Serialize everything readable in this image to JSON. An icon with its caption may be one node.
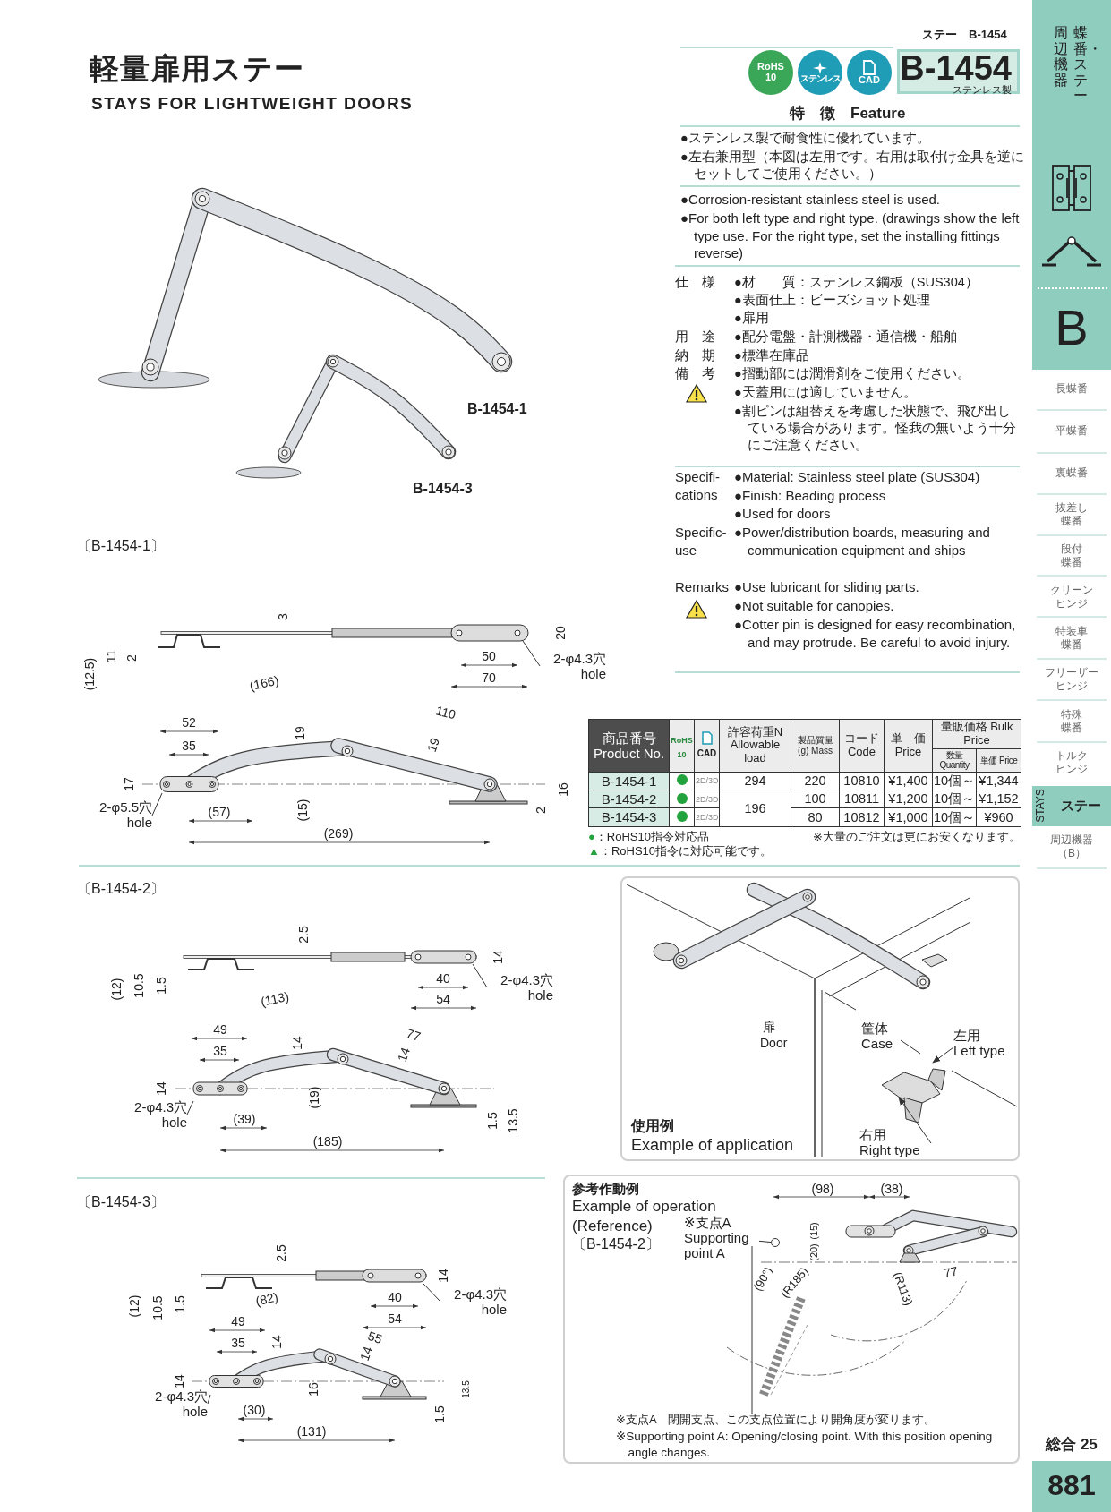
{
  "diagram": {
    "title": "軽量扉用ステー",
    "nodes": [
      {
        "text": [
          "RoHS 10"
        ]
      },
      {
        "text": [
          "ステンレス"
        ]
      },
      {
        "text": [
          "CAD"
        ]
      },
      {
        "text": [
          "B-1454",
          "ステンレス製"
        ]
      },
      {
        "text": [
          "周辺機器",
          "蝶番・ステー",
          "B"
        ]
      },
      {
        "text": [
          "2-φ4.3穴",
          "hole"
        ]
      },
      {
        "text": [
          "2-φ5.5穴",
          "hole"
        ]
      },
      {
        "text": [
          "2-φ4.3穴",
          "hole"
        ]
      },
      {
        "text": [
          "2-φ4.3穴",
          "hole"
        ]
      },
      {
        "text": [
          "扉",
          "Door",
          "使用例",
          "Example of application"
        ]
      },
      {
        "text": [
          "筐体",
          "Case"
        ],
        "in": 9
      },
      {
        "text": [
          "左用",
          "Left type"
        ],
        "in": 9
      },
      {
        "text": [
          "右用",
          "Right type"
        ],
        "in": 9
      },
      {
        "text": [
          "STAYS",
          "ステー"
        ]
      },
      {
        "text": [
          "2-φ4.3穴",
          "hole"
        ]
      },
      {
        "text": [
          "2-φ4.3穴",
          "hole"
        ]
      },
      {
        "text": [
          "参考作動例",
          "Example of operation (Reference)",
          "〔B-1454-2〕",
          "(98)",
          "(38)",
          "(15)",
          "(20)",
          "(90°)",
          "(R185)",
          "(R113)",
          "77",
          "※支点A　閉開支点、この支点位置により開角度が変ります。",
          "※Supporting point A: Opening/closing point. With this position opening angle changes."
        ]
      },
      {
        "text": [
          "※支点A",
          "Supporting point A"
        ],
        "in": 16
      },
      {
        "text": [
          "881"
        ]
      },
      {
        "text": [],
        "shape": "circle",
        "in": 16
      }
    ],
    "edges": [
      {
        "from": 5,
        "to": null,
        "arrow": "none"
      },
      {
        "from": 6,
        "to": null,
        "arrow": "none"
      },
      {
        "from": 7,
        "to": null,
        "arrow": "none"
      },
      {
        "from": 8,
        "to": null,
        "arrow": "none"
      },
      {
        "from": 14,
        "to": null,
        "arrow": "none"
      },
      {
        "from": 15,
        "to": null,
        "arrow": "none"
      },
      {
        "from": 10,
        "to": null,
        "arrow": "none"
      },
      {
        "from": 11,
        "to": null,
        "arrow": "to"
      },
      {
        "from": 12,
        "to": null,
        "arrow": "to"
      },
      {
        "from": 17,
        "to": 19,
        "arrow": "none"
      }
    ],
    "labels": [
      "ステー　B-1454",
      "STAYS FOR LIGHTWEIGHT DOORS",
      "特　徴　Feature",
      "●ステンレス製で耐食性に優れています。",
      "●左右兼用型（本図は左用です。右用は取付け金具を逆にセットしてご使用ください。）",
      "●Corrosion-resistant stainless steel is used.",
      "●For both left type and right type. (drawings show the left type use. For the right type, set the installing fittings reverse)",
      "仕　様",
      "●材　　質：ステンレス鋼板（SUS304）",
      "●表面仕上：ビーズショット処理",
      "●扉用",
      "用　途",
      "●配分電盤・計測機器・通信機・船舶",
      "納　期",
      "●標準在庫品",
      "備　考",
      "●摺動部には潤滑剤をご使用ください。",
      "●天蓋用には適していません。",
      "●割ピンは組替えを考慮した状態で、飛び出している場合があります。怪我の無いよう十分にご注意ください。",
      "Specifi- cations",
      "●Material: Stainless steel plate (SUS304)",
      "●Finish: Beading process",
      "●Used for doors",
      "Specific- use",
      "●Power/distribution boards, measuring and communication equipment and ships",
      "Remarks",
      "●Use lubricant for sliding parts.",
      "●Not suitable for canopies.",
      "●Cotter pin is designed for easy recombination, and may protrude. Be careful to avoid injury.",
      "B-1454-1",
      "B-1454-3",
      "〔B-1454-1〕",
      "3",
      "20",
      "50",
      "70",
      "(12.5)",
      "11",
      "2",
      "(166)",
      "110",
      "52",
      "35",
      "19",
      "19",
      "17",
      "(57)",
      "(15)",
      "(269)",
      "16",
      "2",
      "商品番号 Product No.",
      "RoHS 10",
      "CAD",
      "許容荷重N Allowable load",
      "製品質量(g) Mass",
      "コード Code",
      "単　価 Price",
      "量販価格 Bulk Price",
      "数量 Quantity",
      "単価 Price",
      "B-1454-1",
      "2D/3D",
      "294",
      "220",
      "10810",
      "¥1,400",
      "10個～",
      "¥1,344",
      "B-1454-2",
      "2D/3D",
      "196",
      "100",
      "10811",
      "¥1,200",
      "10個～",
      "¥1,152",
      "B-1454-3",
      "2D/3D",
      "80",
      "10812",
      "¥1,000",
      "10個～",
      "¥960",
      "●：RoHS10指令対応品",
      "※大量のご注文は更にお安くなります。",
      "▲：RoHS10指令に対応可能です。",
      "〔B-1454-2〕",
      "2.5",
      "14",
      "40",
      "54",
      "(12)",
      "10.5",
      "1.5",
      "(113)",
      "49",
      "35",
      "14",
      "77",
      "14",
      "14",
      "(19)",
      "(39)",
      "(185)",
      "1.5",
      "13.5",
      "〔B-1454-3〕",
      "2.5",
      "14",
      "40",
      "54",
      "(12)",
      "10.5",
      "1.5",
      "(82)",
      "49",
      "35",
      "14",
      "55",
      "14",
      "14",
      "16",
      "(30)",
      "(131)",
      "13.5",
      "1.5",
      "長蝶番",
      "平蝶番",
      "裏蝶番",
      "抜差し蝶番",
      "段付蝶番",
      "クリーンヒンジ",
      "特装車蝶番",
      "フリーザーヒンジ",
      "特殊蝶番",
      "トルクヒンジ",
      "周辺機器（B）",
      "総合 25"
    ]
  }
}
